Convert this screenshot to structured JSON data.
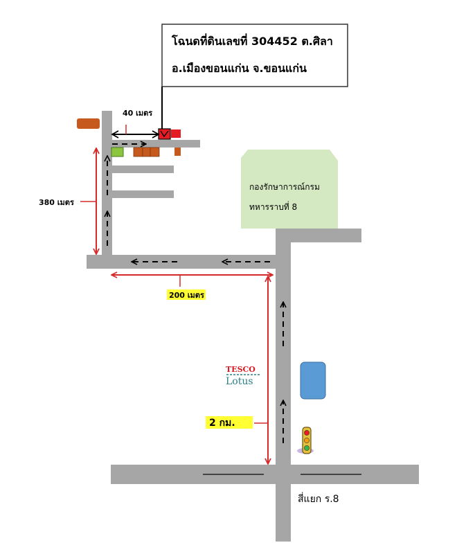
{
  "title_box": {
    "line1": "โฉนดที่ดินเลขที่ 304452  ต.ศิลา",
    "line2": "อ.เมืองขอนแก่น จ.ขอนแก่น"
  },
  "landmarks": {
    "camp_line1": "กองรักษาการณ์กรม",
    "camp_line2": "ทหารราบที่ 8",
    "tesco_line1": "TESCO",
    "tesco_line2": "Lotus",
    "junction": "สี่แยก ร.8"
  },
  "distances": {
    "d40": "40 เมตร",
    "d380": "380 เมตร",
    "d200": "200 เมตร",
    "d2km": "2  กม."
  },
  "colors": {
    "road": "#a6a6a6",
    "distance_red": "#d62a2a",
    "highlight": "#ffff33",
    "camp_green": "#d4e8c2",
    "tesco_red": "#d71920",
    "tesco_teal": "#2a7f86",
    "brown_building": "#c65a1e",
    "target_red": "#e51c23",
    "green_building": "#8cc63f",
    "blue_building": "#5b9bd5"
  },
  "icons": [
    "traffic-light-icon",
    "direction-arrow-icon",
    "target-plot-marker-icon"
  ]
}
